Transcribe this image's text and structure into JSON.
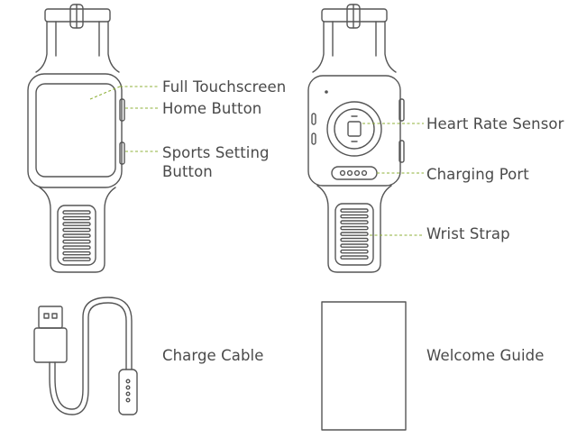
{
  "labels": {
    "full_touchscreen": "Full Touchscreen",
    "home_button": "Home Button",
    "sports_setting_button_line1": "Sports Setting",
    "sports_setting_button_line2": "Button",
    "heart_rate_sensor": "Heart Rate Sensor",
    "charging_port": "Charging Port",
    "wrist_strap": "Wrist Strap",
    "charge_cable": "Charge Cable",
    "welcome_guide": "Welcome Guide"
  },
  "colors": {
    "line_art": "#555555",
    "leader_line": "#8fb13a",
    "label_text": "#4a4a4a",
    "background": "#ffffff"
  }
}
